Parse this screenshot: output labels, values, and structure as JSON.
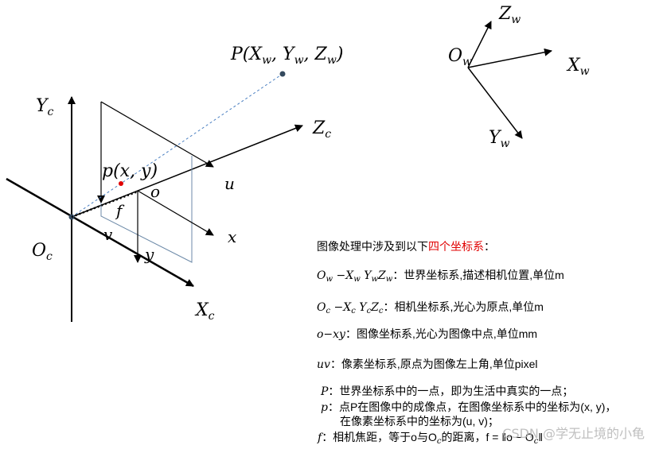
{
  "labels": {
    "P": "P(X",
    "P_w1": "w",
    "P_Y": ", Y",
    "P_w2": "w",
    "P_Z": ", Z",
    "P_w3": "w",
    "P_close": ")",
    "Yc": "Y",
    "Zc": "Z",
    "Xc": "X",
    "Oc": "O",
    "c": "c",
    "p": "p(x, y)",
    "o": "o",
    "f": "f",
    "v": "v",
    "u": "u",
    "x": "x",
    "y": "y",
    "Zw": "Z",
    "Xw": "X",
    "Yw": "Y",
    "Ow": "O",
    "w": "w"
  },
  "notes": {
    "intro_prefix": "图像处理中涉及到以下",
    "intro_red": "四个坐标系",
    "intro_suffix": "：",
    "world_sym": "O",
    "world_desc": "：世界坐标系,描述相机位置,单位m",
    "camera_sym": "O",
    "camera_desc": "：相机坐标系,光心为原点,单位m",
    "image_sym": "o−xy",
    "image_desc": "：图像坐标系,光心为图像中点,单位mm",
    "pixel_sym": "uv",
    "pixel_desc": "：像素坐标系,原点为图像左上角,单位pixel",
    "P_sym": "P",
    "P_desc": "：世界坐标系中的一点，即为生活中真实的一点；",
    "p_sym": "p",
    "p_desc1": "：点P在图像中的成像点，在图像坐标系中的坐标为(x, y)，",
    "p_desc2": "在像素坐标系中的坐标为(u, v)；",
    "f_sym": "f",
    "f_desc": "：相机焦距，等于o与O",
    "f_desc2": "的距离，f = ‖o − O",
    "f_desc3": "‖"
  },
  "watermark": "CSDN @学无止境的小龟"
}
